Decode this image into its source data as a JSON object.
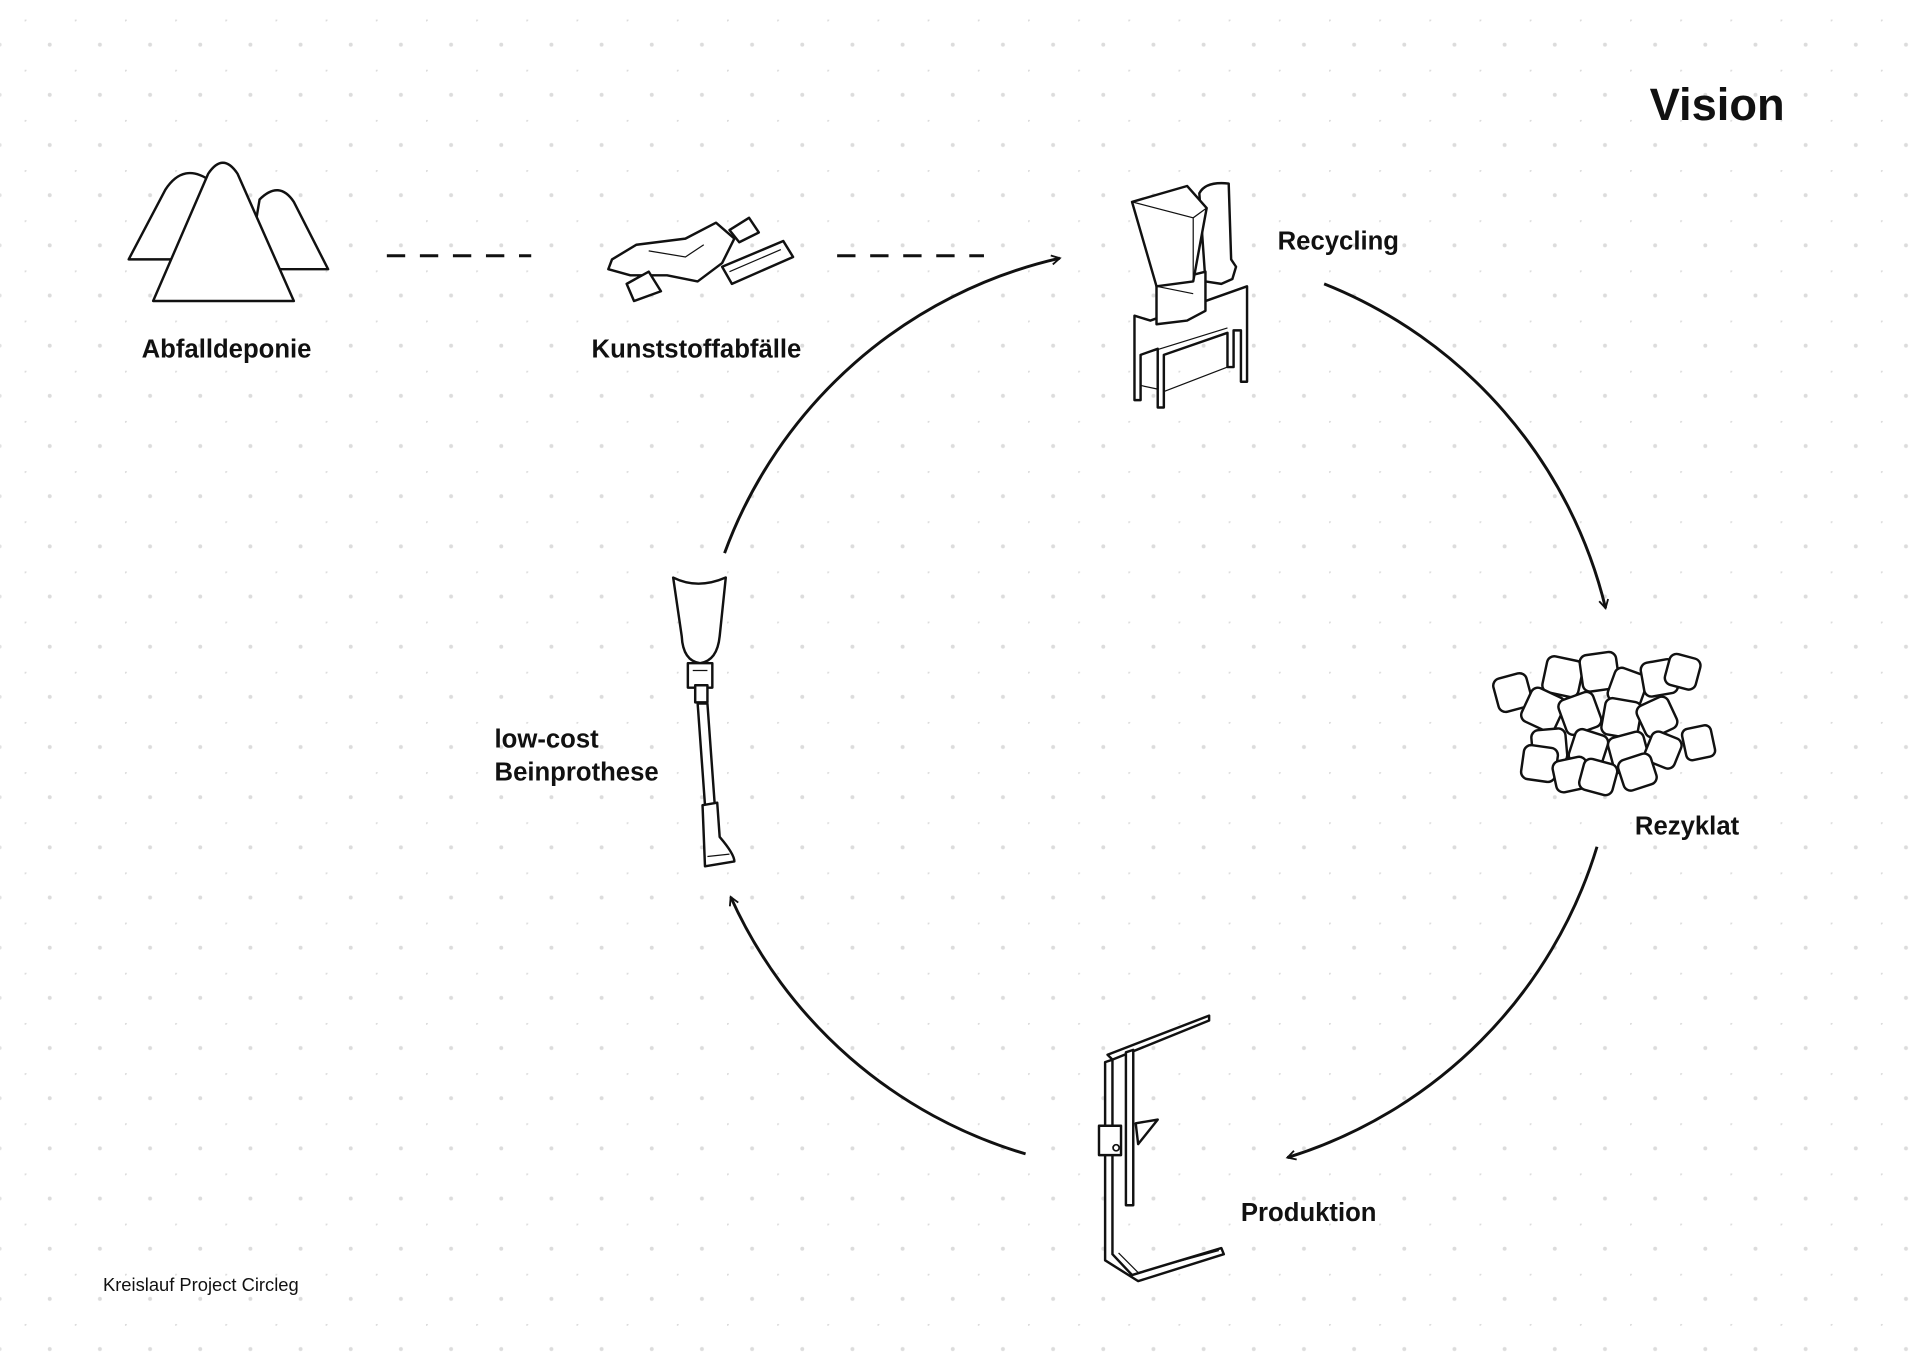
{
  "title": "Vision",
  "stages": {
    "landfill": "Abfalldeponie",
    "plastic_waste": "Kunststoffabfälle",
    "recycling": "Recycling",
    "recyclate": "Rezyklat",
    "production": "Produktion",
    "prosthesis_line1": "low-cost",
    "prosthesis_line2": "Beinprothese"
  },
  "footer": "Kreislauf Project Circleg",
  "colors": {
    "background": "#ffffff",
    "ink": "#111111",
    "grid_dot": "#dddddd"
  }
}
